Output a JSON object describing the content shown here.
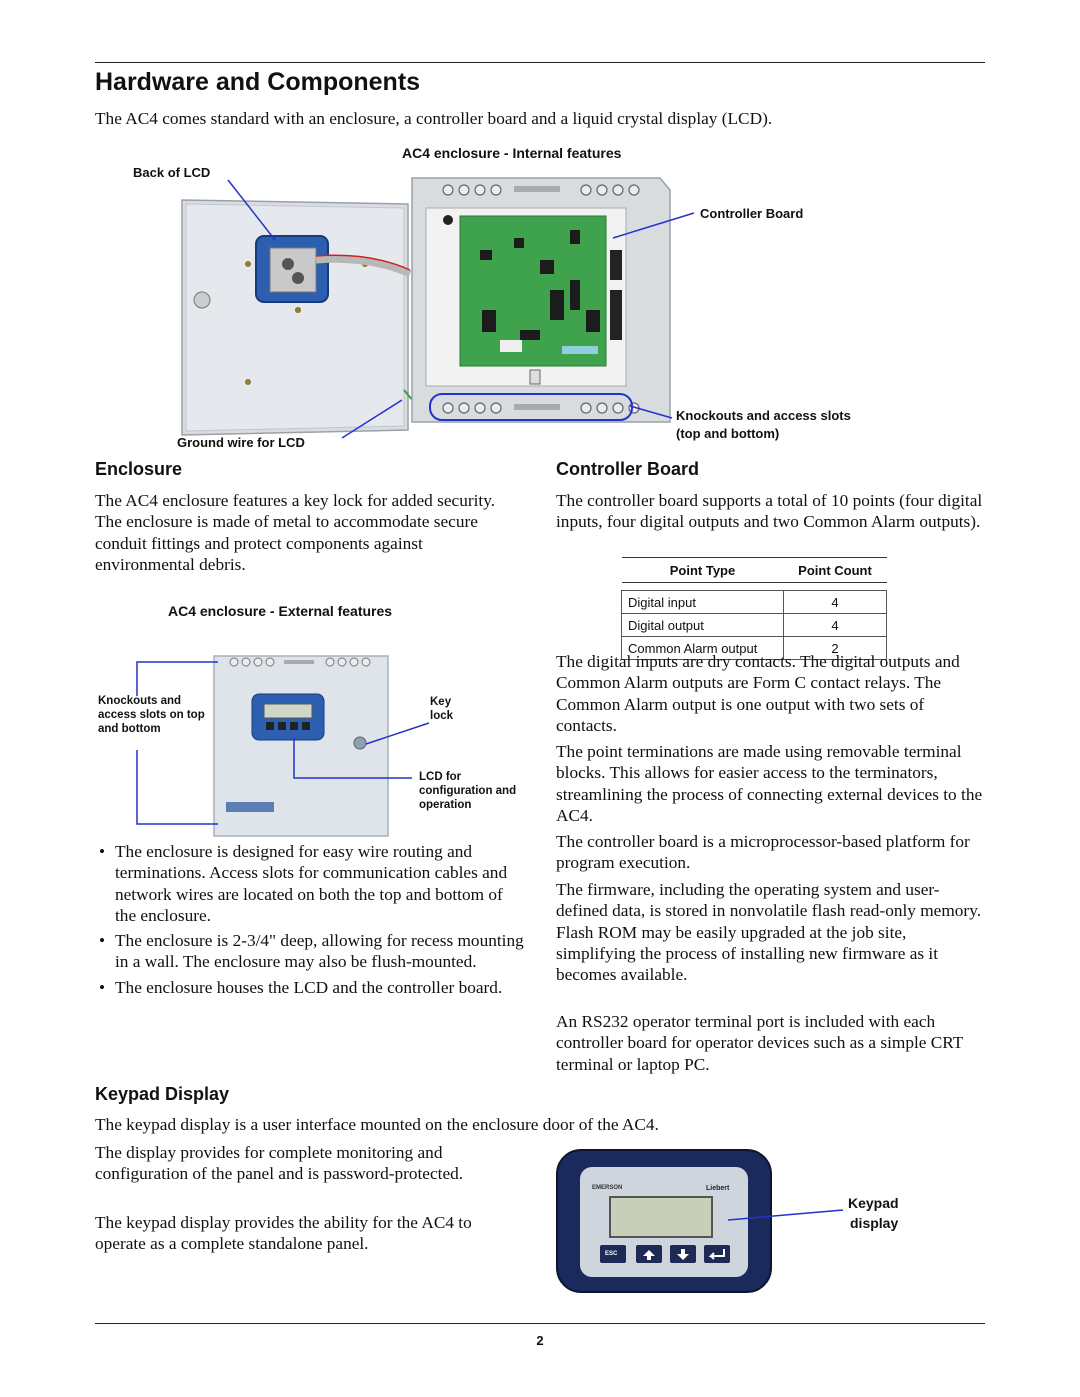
{
  "title": "Hardware and Components",
  "intro": "The AC4 comes standard with an enclosure, a controller board and a liquid crystal display (LCD).",
  "fig_internal": {
    "caption": "AC4 enclosure - Internal features",
    "back_of_lcd": "Back of LCD",
    "controller_board": "Controller Board",
    "ground_wire": "Ground wire for LCD",
    "knockouts_line1": "Knockouts and access slots",
    "knockouts_line2": "(top and bottom)"
  },
  "enclosure": {
    "heading": "Enclosure",
    "para": "The AC4 enclosure features a key lock for added security. The enclosure is made of metal to accommodate secure conduit fittings and protect components against environmental debris.",
    "fig_caption": "AC4 enclosure - External features",
    "fig_labels": {
      "knockouts": "Knockouts and access slots on top and bottom",
      "key_lock": "Key lock",
      "lcd": "LCD for configuration and operation"
    },
    "bullets": [
      "The enclosure is designed for easy wire routing and terminations. Access slots for communication cables and network wires are located on both the top and bottom of the enclosure.",
      "The enclosure is 2-3/4\" deep, allowing for recess mounting in a wall. The enclosure may also be flush-mounted.",
      "The enclosure houses the LCD and the controller board."
    ]
  },
  "controller": {
    "heading": "Controller Board",
    "para1": "The controller board supports a total of 10 points (four digital inputs, four digital outputs and two Common Alarm outputs).",
    "table": {
      "headers": [
        "Point Type",
        "Point Count"
      ],
      "rows": [
        [
          "Digital input",
          "4"
        ],
        [
          "Digital output",
          "4"
        ],
        [
          "Common Alarm output",
          "2"
        ]
      ]
    },
    "para2": "The digital inputs are dry contacts. The digital outputs and Common Alarm outputs are Form C contact relays. The Common Alarm output is one output with two sets of contacts.",
    "para3": "The point terminations are made using removable terminal blocks. This allows for easier access to the terminators, streamlining the process of connecting external devices to the AC4.",
    "para4": "The controller board is a microprocessor-based platform for program execution.",
    "para5": "The firmware, including the operating system and user-defined data, is stored in nonvolatile flash read-only memory. Flash ROM may be easily upgraded at the job site, simplifying the process of installing new firmware as it becomes available.",
    "para6": "An RS232 operator terminal port is included with each controller board for operator devices such as a simple CRT terminal or laptop PC."
  },
  "keypad": {
    "heading": "Keypad Display",
    "para1": "The keypad display is a user interface mounted on the enclosure door of the AC4.",
    "para2": "The display provides for complete monitoring and configuration of the panel and is password-protected.",
    "para3": "The keypad display provides the ability for the AC4 to operate as a complete standalone panel.",
    "label_line1": "Keypad",
    "label_line2": "display",
    "brand_left": "EMERSON",
    "brand_right": "Liebert",
    "esc": "ESC"
  },
  "page_number": "2",
  "colors": {
    "callout": "#2233cc",
    "board": "#3fa34d",
    "enclosure": "#d9dde2",
    "lcd_frame": "#2c5fb0"
  }
}
